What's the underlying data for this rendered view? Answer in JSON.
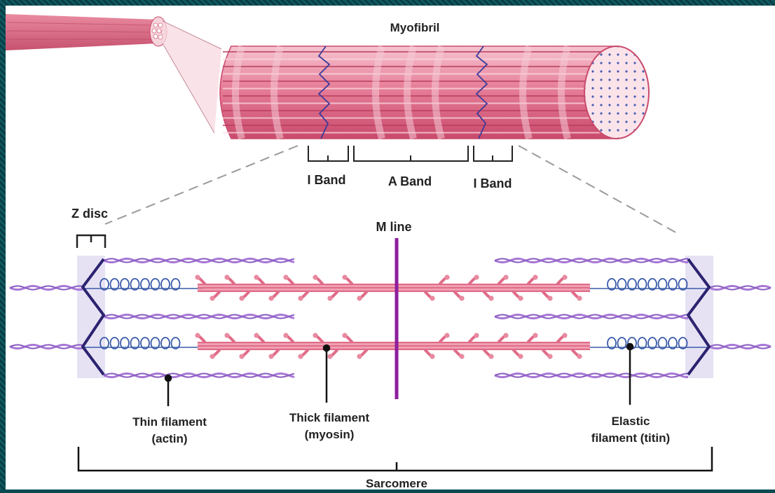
{
  "labels": {
    "myofibril": "Myofibril",
    "i_band_left": "I Band",
    "a_band": "A Band",
    "i_band_right": "I Band",
    "z_disc": "Z disc",
    "m_line": "M line",
    "thin_filament": "Thin filament",
    "thin_filament_sub": "(actin)",
    "thick_filament": "Thick filament",
    "thick_filament_sub": "(myosin)",
    "elastic_filament": "Elastic",
    "elastic_filament_sub": "filament (titin)",
    "sarcomere": "Sarcomere"
  },
  "colors": {
    "frame": "#0c4a52",
    "muscle_pink": "#e26a87",
    "muscle_light": "#f3b7c5",
    "actin_purple": "#a778d6",
    "myosin_pink": "#e06b88",
    "titin_blue": "#3a5aa8",
    "z_disc_navy": "#2b2370",
    "m_line_purple": "#8e1f9c"
  }
}
